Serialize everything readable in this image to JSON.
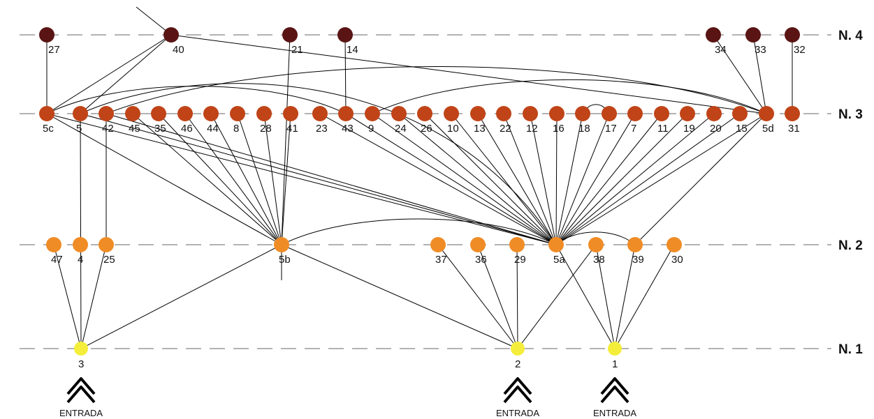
{
  "colors": {
    "level4": "#5a1414",
    "level3": "#c04418",
    "level2": "#f08c26",
    "level1": "#f4ee3a",
    "edge": "#000000",
    "dash": "#666666"
  },
  "levels": [
    {
      "id": "N4",
      "label": "N. 4"
    },
    {
      "id": "N3",
      "label": "N. 3"
    },
    {
      "id": "N2",
      "label": "N. 2"
    },
    {
      "id": "N1",
      "label": "N. 1"
    }
  ],
  "nodes": [
    {
      "id": "27",
      "label": "27",
      "level": "N4"
    },
    {
      "id": "40",
      "label": "40",
      "level": "N4"
    },
    {
      "id": "21",
      "label": "21",
      "level": "N4"
    },
    {
      "id": "14",
      "label": "14",
      "level": "N4"
    },
    {
      "id": "34",
      "label": "34",
      "level": "N4"
    },
    {
      "id": "33",
      "label": "33",
      "level": "N4"
    },
    {
      "id": "32",
      "label": "32",
      "level": "N4"
    },
    {
      "id": "5c",
      "label": "5c",
      "level": "N3"
    },
    {
      "id": "5",
      "label": "5",
      "level": "N3"
    },
    {
      "id": "42",
      "label": "42",
      "level": "N3"
    },
    {
      "id": "45",
      "label": "45",
      "level": "N3"
    },
    {
      "id": "35",
      "label": "35",
      "level": "N3"
    },
    {
      "id": "46",
      "label": "46",
      "level": "N3"
    },
    {
      "id": "44",
      "label": "44",
      "level": "N3"
    },
    {
      "id": "8",
      "label": "8",
      "level": "N3"
    },
    {
      "id": "28",
      "label": "28",
      "level": "N3"
    },
    {
      "id": "41",
      "label": "41",
      "level": "N3"
    },
    {
      "id": "23",
      "label": "23",
      "level": "N3"
    },
    {
      "id": "43",
      "label": "43",
      "level": "N3"
    },
    {
      "id": "9",
      "label": "9",
      "level": "N3"
    },
    {
      "id": "24",
      "label": "24",
      "level": "N3"
    },
    {
      "id": "26",
      "label": "26",
      "level": "N3"
    },
    {
      "id": "10",
      "label": "10",
      "level": "N3"
    },
    {
      "id": "13",
      "label": "13",
      "level": "N3"
    },
    {
      "id": "22",
      "label": "22",
      "level": "N3"
    },
    {
      "id": "12",
      "label": "12",
      "level": "N3"
    },
    {
      "id": "16",
      "label": "16",
      "level": "N3"
    },
    {
      "id": "18",
      "label": "18",
      "level": "N3"
    },
    {
      "id": "17",
      "label": "17",
      "level": "N3"
    },
    {
      "id": "7",
      "label": "7",
      "level": "N3"
    },
    {
      "id": "11",
      "label": "11",
      "level": "N3"
    },
    {
      "id": "19",
      "label": "19",
      "level": "N3"
    },
    {
      "id": "20",
      "label": "20",
      "level": "N3"
    },
    {
      "id": "15",
      "label": "15",
      "level": "N3"
    },
    {
      "id": "5d",
      "label": "5d",
      "level": "N3"
    },
    {
      "id": "31",
      "label": "31",
      "level": "N3"
    },
    {
      "id": "47",
      "label": "47",
      "level": "N2"
    },
    {
      "id": "4",
      "label": "4",
      "level": "N2"
    },
    {
      "id": "25",
      "label": "25",
      "level": "N2"
    },
    {
      "id": "5b",
      "label": "5b",
      "level": "N2"
    },
    {
      "id": "37",
      "label": "37",
      "level": "N2"
    },
    {
      "id": "36",
      "label": "36",
      "level": "N2"
    },
    {
      "id": "29",
      "label": "29",
      "level": "N2"
    },
    {
      "id": "5a",
      "label": "5a",
      "level": "N2"
    },
    {
      "id": "38",
      "label": "38",
      "level": "N2"
    },
    {
      "id": "39",
      "label": "39",
      "level": "N2"
    },
    {
      "id": "30",
      "label": "30",
      "level": "N2"
    },
    {
      "id": "3",
      "label": "3",
      "level": "N1"
    },
    {
      "id": "2",
      "label": "2",
      "level": "N1"
    },
    {
      "id": "1",
      "label": "1",
      "level": "N1"
    }
  ],
  "edges": [
    [
      "27",
      "5c"
    ],
    [
      "40",
      "5c"
    ],
    [
      "40",
      "5"
    ],
    [
      "40",
      "5d"
    ],
    [
      "21",
      "5b"
    ],
    [
      "14",
      "43"
    ],
    [
      "34",
      "5d"
    ],
    [
      "33",
      "5d"
    ],
    [
      "32",
      "31"
    ],
    [
      "5",
      "3"
    ],
    [
      "42",
      "25"
    ],
    [
      "47",
      "3"
    ],
    [
      "25",
      "3"
    ],
    [
      "5b",
      "3"
    ],
    [
      "5c",
      "5a"
    ],
    [
      "5",
      "5a"
    ],
    [
      "42",
      "5a"
    ],
    [
      "45",
      "5b"
    ],
    [
      "35",
      "5b"
    ],
    [
      "46",
      "5b"
    ],
    [
      "44",
      "5b"
    ],
    [
      "8",
      "5b"
    ],
    [
      "28",
      "5b"
    ],
    [
      "41",
      "5b"
    ],
    [
      "5c",
      "5b"
    ],
    [
      "23",
      "5a"
    ],
    [
      "43",
      "5a"
    ],
    [
      "9",
      "5a"
    ],
    [
      "24",
      "5a"
    ],
    [
      "26",
      "5a"
    ],
    [
      "10",
      "5a"
    ],
    [
      "13",
      "5a"
    ],
    [
      "22",
      "5a"
    ],
    [
      "12",
      "5a"
    ],
    [
      "16",
      "5a"
    ],
    [
      "18",
      "5a"
    ],
    [
      "17",
      "5a"
    ],
    [
      "7",
      "5a"
    ],
    [
      "11",
      "5a"
    ],
    [
      "19",
      "5a"
    ],
    [
      "20",
      "5a"
    ],
    [
      "15",
      "5a"
    ],
    [
      "5d",
      "5a"
    ],
    [
      "37",
      "2"
    ],
    [
      "36",
      "2"
    ],
    [
      "29",
      "2"
    ],
    [
      "38",
      "2"
    ],
    [
      "5b",
      "2"
    ],
    [
      "38",
      "1"
    ],
    [
      "39",
      "1"
    ],
    [
      "30",
      "1"
    ],
    [
      "5a",
      "1"
    ],
    [
      "5d",
      "39"
    ]
  ],
  "arcs": [
    [
      "5c",
      "43"
    ],
    [
      "5",
      "5a"
    ],
    [
      "42",
      "5d"
    ],
    [
      "9",
      "5d"
    ],
    [
      "5b",
      "5a"
    ],
    [
      "5a",
      "39"
    ],
    [
      "18",
      "17"
    ]
  ],
  "entrances": [
    {
      "label": "ENTRADA",
      "at": "3"
    },
    {
      "label": "ENTRADA",
      "at": "2"
    },
    {
      "label": "ENTRADA",
      "at": "1"
    }
  ]
}
